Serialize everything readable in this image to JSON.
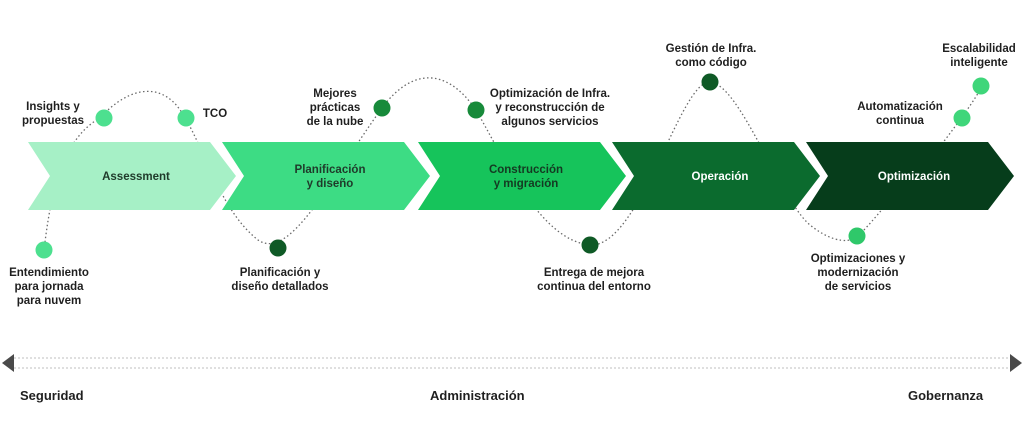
{
  "phases": [
    {
      "id": "assessment",
      "label_lines": [
        "Assessment"
      ],
      "color": "#a6f0c6",
      "text_color": "#1f3a2a"
    },
    {
      "id": "planificacion",
      "label_lines": [
        "Planificación",
        "y diseño"
      ],
      "color": "#3ddc84",
      "text_color": "#1f3a2a"
    },
    {
      "id": "construccion",
      "label_lines": [
        "Construcción",
        "y migración"
      ],
      "color": "#16c45b",
      "text_color": "#143a22"
    },
    {
      "id": "operacion",
      "label_lines": [
        "Operación"
      ],
      "color": "#0b6b2e",
      "text_color": "#ffffff"
    },
    {
      "id": "optimizacion",
      "label_lines": [
        "Optimización"
      ],
      "color": "#063d1b",
      "text_color": "#ffffff"
    }
  ],
  "milestones": [
    {
      "id": "insights",
      "lines": [
        "Insights y",
        "propuestas"
      ],
      "color": "#4de08f"
    },
    {
      "id": "tco",
      "lines": [
        "TCO"
      ],
      "color": "#4de08f"
    },
    {
      "id": "entendimiento",
      "lines": [
        "Entendimiento",
        "para jornada",
        "para nuvem"
      ],
      "color": "#4de08f"
    },
    {
      "id": "mejores-practicas",
      "lines": [
        "Mejores",
        "prácticas",
        "de la nube"
      ],
      "color": "#178a3a"
    },
    {
      "id": "optimizacion-infra",
      "lines": [
        "Optimización de Infra.",
        "y reconstrucción de",
        "algunos servicios"
      ],
      "color": "#178a3a"
    },
    {
      "id": "planificacion-detallada",
      "lines": [
        "Planificación y",
        "diseño detallados"
      ],
      "color": "#0f5a26"
    },
    {
      "id": "entrega-mejora",
      "lines": [
        "Entrega de mejora",
        "continua del entorno"
      ],
      "color": "#0f5a26"
    },
    {
      "id": "gestion-infra",
      "lines": [
        "Gestión de Infra.",
        "como código"
      ],
      "color": "#0f5a26"
    },
    {
      "id": "optimizaciones",
      "lines": [
        "Optimizaciones y",
        "modernización",
        "de servicios"
      ],
      "color": "#2fc86a"
    },
    {
      "id": "automatizacion",
      "lines": [
        "Automatización",
        "continua"
      ],
      "color": "#3fd67a"
    },
    {
      "id": "escalabilidad",
      "lines": [
        "Escalabilidad",
        "inteligente"
      ],
      "color": "#3fd67a"
    }
  ],
  "bottom_axis": {
    "left": "Seguridad",
    "center": "Administración",
    "right": "Gobernanza",
    "arrow_color": "#4a4a4a"
  },
  "wave_color": "#6a6a6a"
}
